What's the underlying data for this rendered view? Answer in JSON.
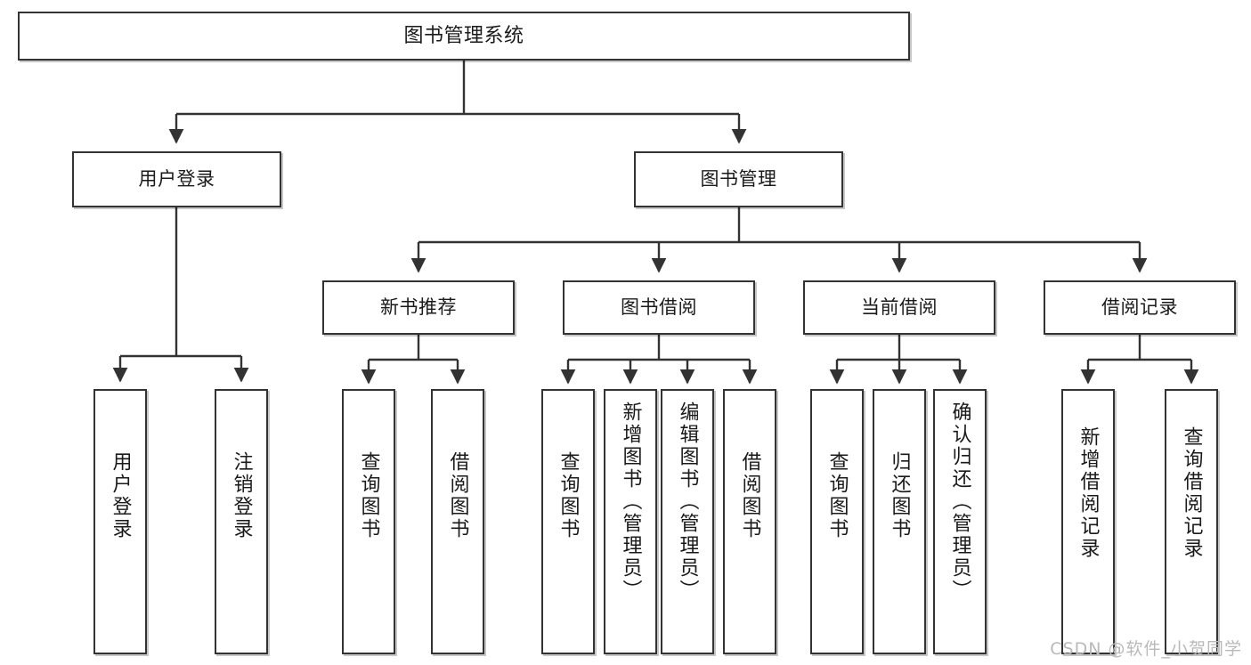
{
  "diagram": {
    "title": "图书管理系统",
    "type": "tree",
    "watermark": "CSDN @软件_小贺同学",
    "colors": {
      "stroke": "#333333",
      "node_fill": "#ffffff",
      "text": "#1a1a1a",
      "watermark": "#b9b9b9",
      "background": "#ffffff"
    },
    "nodes": {
      "root": {
        "label": "图书管理系统"
      },
      "level2": [
        {
          "label": "用户登录"
        },
        {
          "label": "图书管理"
        }
      ],
      "level3": [
        {
          "label": "新书推荐"
        },
        {
          "label": "图书借阅"
        },
        {
          "label": "当前借阅"
        },
        {
          "label": "借阅记录"
        }
      ],
      "leaves": {
        "user_login": [
          {
            "label": "用户登录"
          },
          {
            "label": "注销登录"
          }
        ],
        "new_book_recommend": [
          {
            "label": "查询图书"
          },
          {
            "label": "借阅图书"
          }
        ],
        "book_borrow": [
          {
            "label": "查询图书"
          },
          {
            "label": "新增图书（管理员）"
          },
          {
            "label": "编辑图书（管理员）"
          },
          {
            "label": "借阅图书"
          }
        ],
        "current_borrow": [
          {
            "label": "查询图书"
          },
          {
            "label": "归还图书"
          },
          {
            "label": "确认归还（管理员）"
          }
        ],
        "borrow_record": [
          {
            "label": "新增借阅记录"
          },
          {
            "label": "查询借阅记录"
          }
        ]
      }
    }
  }
}
